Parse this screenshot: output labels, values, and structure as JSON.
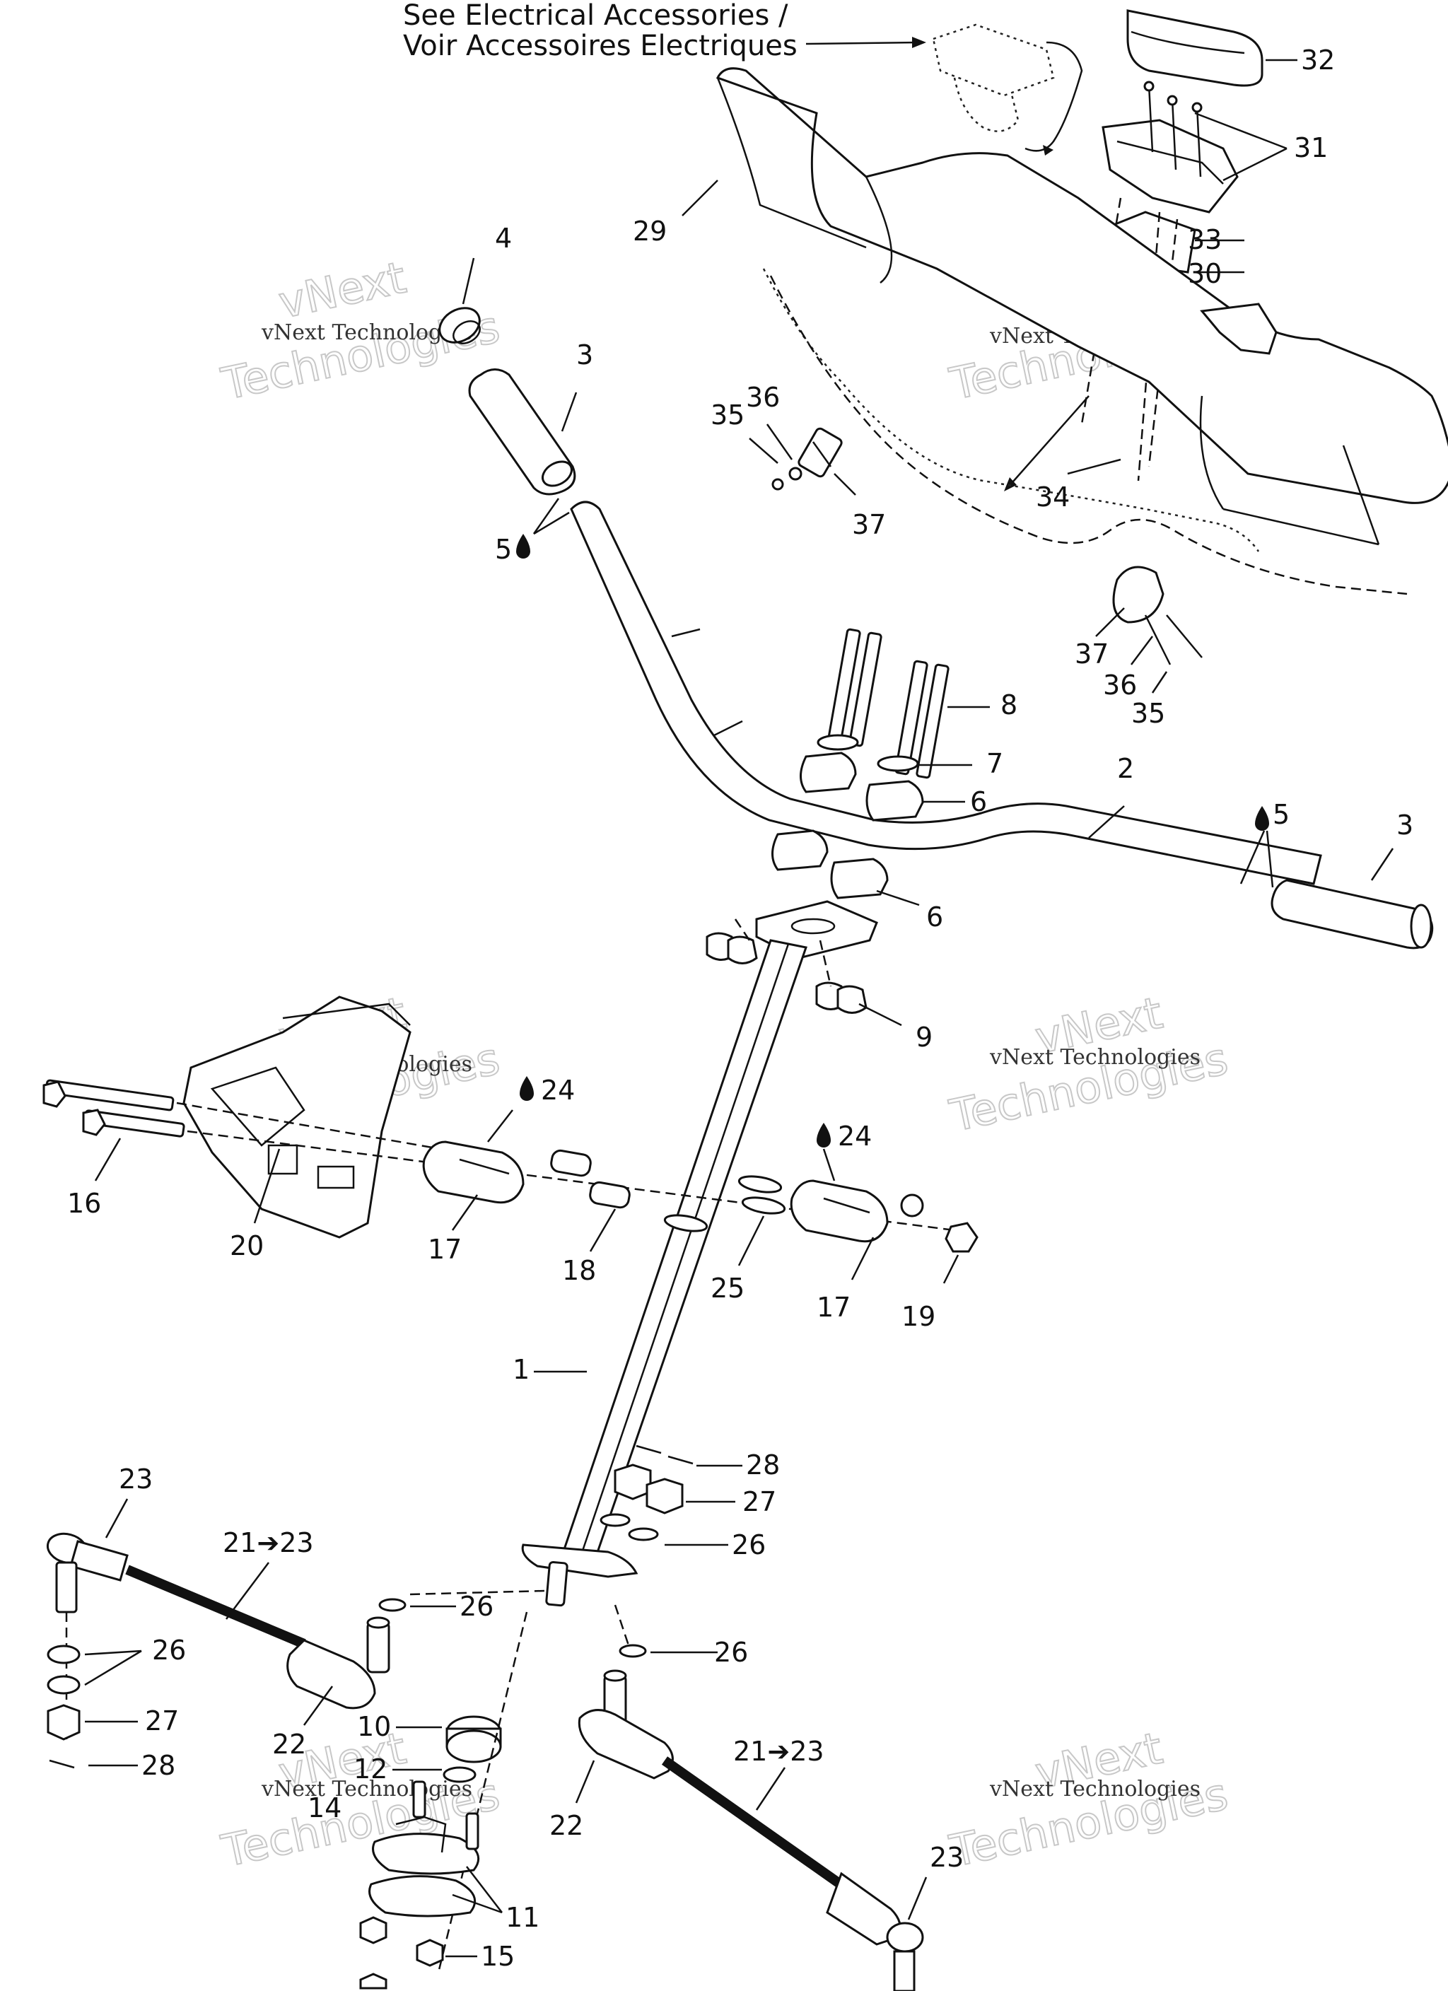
{
  "header": {
    "line1": "See Electrical Accessories  /",
    "line2": "Voir Accessoires Electriques"
  },
  "watermark": {
    "small": "vNext Technologies",
    "large_top": "vNext",
    "large_bottom": "Technologies"
  },
  "labels": [
    {
      "id": "l1",
      "text": "1"
    },
    {
      "id": "l2",
      "text": "2"
    },
    {
      "id": "l3a",
      "text": "3"
    },
    {
      "id": "l3b",
      "text": "3"
    },
    {
      "id": "l4",
      "text": "4"
    },
    {
      "id": "l5a",
      "text": "5"
    },
    {
      "id": "l5b",
      "text": "5"
    },
    {
      "id": "l6a",
      "text": "6"
    },
    {
      "id": "l6b",
      "text": "6"
    },
    {
      "id": "l7",
      "text": "7"
    },
    {
      "id": "l8",
      "text": "8"
    },
    {
      "id": "l9",
      "text": "9"
    },
    {
      "id": "l10",
      "text": "10"
    },
    {
      "id": "l11",
      "text": "11"
    },
    {
      "id": "l12",
      "text": "12"
    },
    {
      "id": "l14",
      "text": "14"
    },
    {
      "id": "l15",
      "text": "15"
    },
    {
      "id": "l16",
      "text": "16"
    },
    {
      "id": "l17a",
      "text": "17"
    },
    {
      "id": "l17b",
      "text": "17"
    },
    {
      "id": "l18",
      "text": "18"
    },
    {
      "id": "l19",
      "text": "19"
    },
    {
      "id": "l20",
      "text": "20"
    },
    {
      "id": "l21a",
      "text": "21➔23"
    },
    {
      "id": "l21b",
      "text": "21➔23"
    },
    {
      "id": "l22a",
      "text": "22"
    },
    {
      "id": "l22b",
      "text": "22"
    },
    {
      "id": "l23a",
      "text": "23"
    },
    {
      "id": "l23b",
      "text": "23"
    },
    {
      "id": "l24a",
      "text": "24"
    },
    {
      "id": "l24b",
      "text": "24"
    },
    {
      "id": "l25",
      "text": "25"
    },
    {
      "id": "l26a",
      "text": "26"
    },
    {
      "id": "l26b",
      "text": "26"
    },
    {
      "id": "l26c",
      "text": "26"
    },
    {
      "id": "l26d",
      "text": "26"
    },
    {
      "id": "l27a",
      "text": "27"
    },
    {
      "id": "l27b",
      "text": "27"
    },
    {
      "id": "l28a",
      "text": "28"
    },
    {
      "id": "l28b",
      "text": "28"
    },
    {
      "id": "l29",
      "text": "29"
    },
    {
      "id": "l30",
      "text": "30"
    },
    {
      "id": "l31",
      "text": "31"
    },
    {
      "id": "l32",
      "text": "32"
    },
    {
      "id": "l33",
      "text": "33"
    },
    {
      "id": "l34",
      "text": "34"
    },
    {
      "id": "l35a",
      "text": "35"
    },
    {
      "id": "l35b",
      "text": "35"
    },
    {
      "id": "l36a",
      "text": "36"
    },
    {
      "id": "l36b",
      "text": "36"
    },
    {
      "id": "l37a",
      "text": "37"
    },
    {
      "id": "l37b",
      "text": "37"
    }
  ]
}
